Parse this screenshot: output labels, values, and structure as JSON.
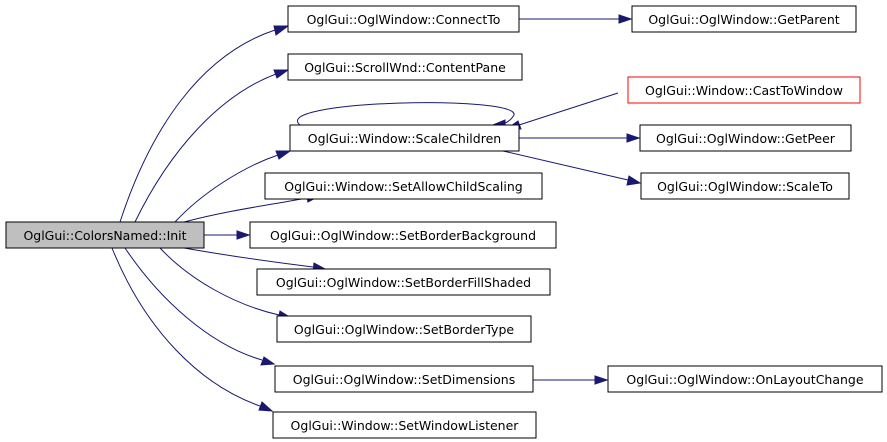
{
  "graph": {
    "root": "OglGui::ColorsNamed::Init",
    "nodes": {
      "init": "OglGui::ColorsNamed::Init",
      "connect_to": "OglGui::OglWindow::ConnectTo",
      "get_parent": "OglGui::OglWindow::GetParent",
      "content_pane": "OglGui::ScrollWnd::ContentPane",
      "scale_children": "OglGui::Window::ScaleChildren",
      "cast_to_window": "OglGui::Window::CastToWindow",
      "get_peer": "OglGui::OglWindow::GetPeer",
      "scale_to": "OglGui::OglWindow::ScaleTo",
      "set_allow_child_scaling": "OglGui::Window::SetAllowChildScaling",
      "set_border_background": "OglGui::OglWindow::SetBorderBackground",
      "set_border_fill_shaded": "OglGui::OglWindow::SetBorderFillShaded",
      "set_border_type": "OglGui::OglWindow::SetBorderType",
      "set_dimensions": "OglGui::OglWindow::SetDimensions",
      "on_layout_change": "OglGui::OglWindow::OnLayoutChange",
      "set_window_listener": "OglGui::Window::SetWindowListener"
    },
    "colors": {
      "edge": "#191970",
      "node_border": "#000000",
      "highlight_border": "#ff0000",
      "root_fill": "#bfbfbf"
    }
  }
}
